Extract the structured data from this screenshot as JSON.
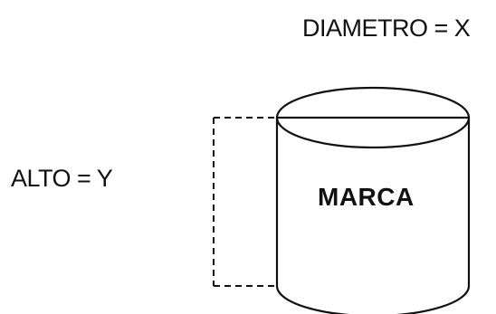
{
  "diagram": {
    "diameter_label": "DIAMETRO = X",
    "height_label": "ALTO = Y",
    "brand_label": "MARCA"
  }
}
